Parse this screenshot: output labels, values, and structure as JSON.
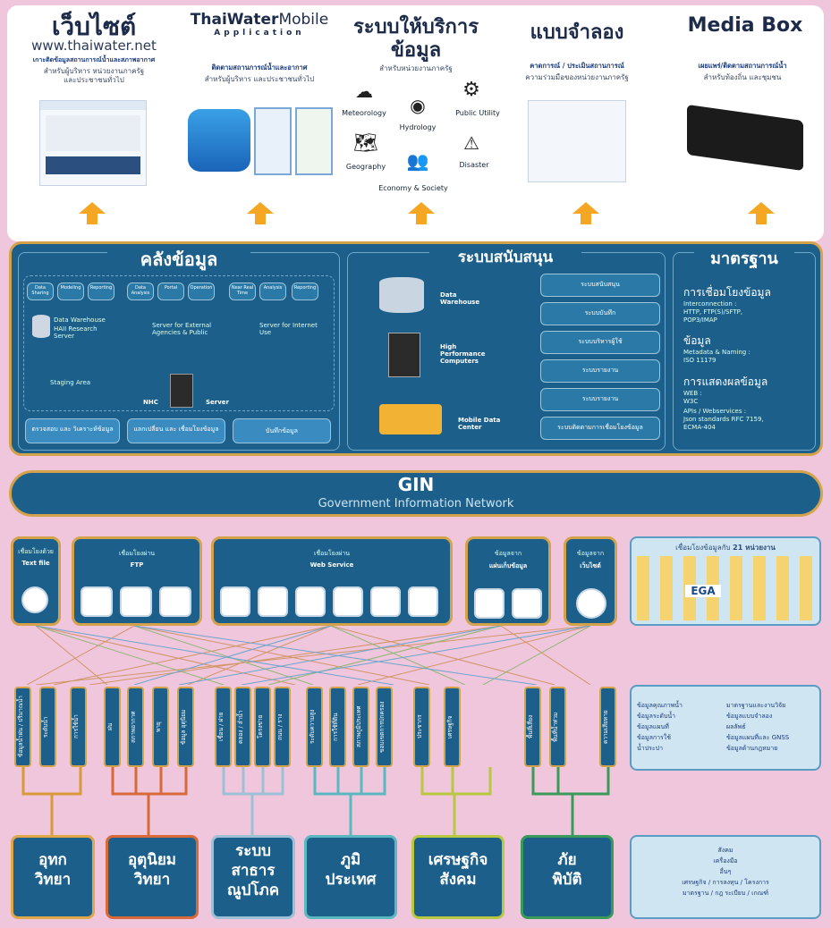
{
  "top": {
    "website": {
      "title": "เว็บไซต์",
      "url": "www.thaiwater.net",
      "desc": "เกาะติดข้อมูลสถานการณ์น้ำและสภาพอากาศ",
      "desc2": "สำหรับผู้บริหาร หน่วยงานภาครัฐ",
      "desc3": "และประชาชนทั่วไป"
    },
    "mobile": {
      "brand_bold": "ThaiWater",
      "brand_light": "Mobile",
      "brand_sub": "Application",
      "desc": "ติดตามสถานการณ์น้ำและอากาศ",
      "desc2": "สำหรับผู้บริหาร และประชาชนทั่วไป"
    },
    "service": {
      "title1": "ระบบให้บริการ",
      "title2": "ข้อมูล",
      "desc": "สำหรับหน่วยงานภาครัฐ",
      "cats": [
        "Meteorology",
        "Public Utility",
        "Hydrology",
        "Geography",
        "Disaster",
        "Economy & Society"
      ]
    },
    "model": {
      "title": "แบบจำลอง",
      "desc": "คาดการณ์ / ประเมินสถานการณ์",
      "desc2": "ความร่วมมือของหน่วยงานภาครัฐ"
    },
    "media": {
      "title": "Media Box",
      "desc": "เผยแพร่/ติดตามสถานการณ์น้ำ",
      "desc2": "สำหรับท้องถิ่น และชุมชน"
    }
  },
  "warehouse": {
    "title": "คลังข้อมูล",
    "buttons": [
      "ตรวจสอบ และ วิเคราะห์ข้อมูล",
      "แลกเปลี่ยน และ เชื่อมโยงข้อมูล",
      "บันทึกข้อมูล"
    ],
    "labels": {
      "dw": "Data Warehouse",
      "haii": "HAII Research Server",
      "nhc": "NHC",
      "server": "Server",
      "staging": "Staging Area",
      "se": "Server for External Agencies & Public",
      "si": "Server for Internet Use"
    },
    "mini": [
      "Data Sharing",
      "Modeling",
      "Reporting",
      "Data Analysis",
      "Portal",
      "Operation",
      "Near Real Time",
      "Analysis",
      "Reporting"
    ]
  },
  "support": {
    "title": "ระบบสนับสนุน",
    "items": [
      "Data Warehouse",
      "High Performance Computers",
      "Mobile Data Center"
    ],
    "buttons": [
      "ระบบสนับสนุน",
      "ระบบบันทึก",
      "ระบบบริหารผู้ใช้",
      "ระบบรายงาน",
      "ระบบรายงาน",
      "ระบบติดตามการเชื่อมโยงข้อมูล"
    ]
  },
  "standard": {
    "title": "มาตรฐาน",
    "h1": "การเชื่อมโยงข้อมูล",
    "s1": "Interconnection :",
    "s1b": "HTTP, FTP(S)/SFTP,",
    "s1c": "POP3/IMAP",
    "h2": "ข้อมูล",
    "s2": "Metadata & Naming :",
    "s2b": "ISO 11179",
    "h3": "การแสดงผลข้อมูล",
    "s3": "WEB :",
    "s3b": "W3C",
    "s3c": "APIs / Webservices :",
    "s3d": "Json standards RFC 7159,",
    "s3e": "ECMA-404"
  },
  "gin": {
    "title": "GIN",
    "sub": "Government Information Network"
  },
  "connectors": [
    {
      "label": "เชื่อมโยงด้วย",
      "label2": "Text file"
    },
    {
      "label": "เชื่อมโยงผ่าน",
      "label2": "FTP"
    },
    {
      "label": "เชื่อมโยงผ่าน",
      "label2": "Web Service"
    },
    {
      "label": "ข้อมูลจาก",
      "label2": "แผ่นเก็บข้อมูล"
    },
    {
      "label": "ข้อมูลจาก",
      "label2": "เว็บไซต์"
    }
  ],
  "agencies": {
    "title": "เชื่อมโยงข้อมูลกับ",
    "count": "21 หน่วยงาน",
    "ega": "EGA"
  },
  "vbars": [
    "ข้อมูลน้ำฝน / ปริมาณน้ำ",
    "ระดับน้ำ",
    "การใช้น้ำ",
    "ฝน",
    "สภาพอากาศ",
    "พายุ",
    "ข้อมูล อุตุนิยม",
    "เขื่อน / ฝาย",
    "คลอง / ลำน้ำ",
    "โครงข่าย",
    "ถนน / ราง",
    "ระดับความสูง",
    "การใช้ที่ดิน",
    "สภาพภูมิประเทศ",
    "ขอบเขตการปกครอง",
    "ประชากร",
    "เศรษฐกิจ",
    "พื้นที่เสี่ยง",
    "พื้นที่น้ำท่วม",
    "ความเสียหาย"
  ],
  "right_list": {
    "col1": [
      "ข้อมูลคุณภาพน้ำ",
      "ข้อมูลระดับน้ำ",
      "ข้อมูลแผนที่",
      "ข้อมูลการใช้",
      "น้ำประปา"
    ],
    "col2": [
      "มาตรฐานและงานวิจัย",
      "ข้อมูลแบบจำลอง",
      "ผลลัพธ์",
      "ข้อมูลแผนที่และ GNSS",
      "ข้อมูลด้านกฎหมาย"
    ]
  },
  "bottom": [
    {
      "l1": "อุทก",
      "l2": "วิทยา"
    },
    {
      "l1": "อุตุนิยม",
      "l2": "วิทยา"
    },
    {
      "l1": "ระบบ",
      "l2": "สาธาร",
      "l3": "ณูปโภค"
    },
    {
      "l1": "ภูมิ",
      "l2": "ประเทศ"
    },
    {
      "l1": "เศรษฐกิจ",
      "l2": "สังคม"
    },
    {
      "l1": "ภัย",
      "l2": "พิบัติ"
    }
  ],
  "bottom_right": [
    "สังคม",
    "เครื่องมือ",
    "อื่นๆ",
    "เศรษฐกิจ / การลงทุน / โครงการ",
    "มาตรฐาน / กฎ ระเบียบ / เกณฑ์"
  ]
}
